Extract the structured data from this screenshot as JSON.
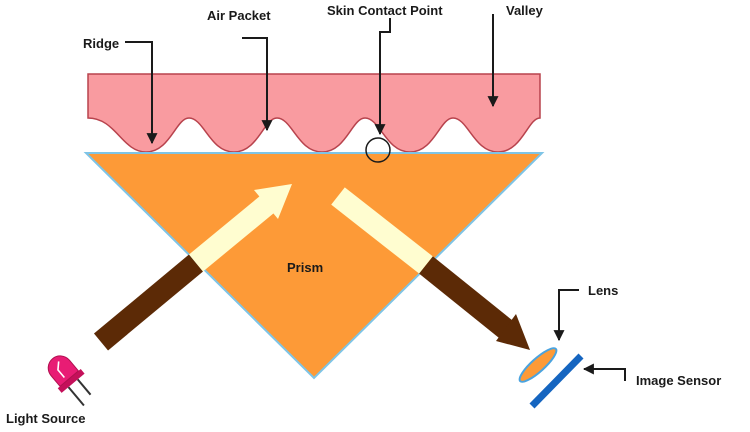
{
  "labels": {
    "ridge": "Ridge",
    "air_packet": "Air Packet",
    "skin_contact_point": "Skin Contact Point",
    "valley": "Valley",
    "prism": "Prism",
    "lens": "Lens",
    "image_sensor": "Image Sensor",
    "light_source": "Light Source"
  },
  "colors": {
    "skin_fill": "#f99ba0",
    "skin_stroke": "#b8434d",
    "prism_fill": "#fd9a37",
    "prism_stroke": "#7ec4e6",
    "light_beam_dark": "#5c2a06",
    "light_beam_bright": "#fffdd0",
    "lens_fill": "#fd9a37",
    "lens_stroke": "#4aa3df",
    "sensor": "#1565c0",
    "led": "#e81c74",
    "pointer_arrows": "#1a1a1a"
  },
  "icons": {
    "light_source": "led-icon",
    "lens": "lens-icon",
    "image_sensor": "sensor-icon"
  }
}
